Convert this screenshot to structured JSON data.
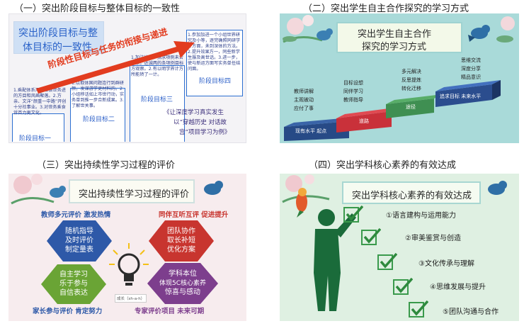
{
  "captions": [
    "（一）突出阶段目标与整体目标的一致性",
    "（二）突出学生自主合作探究的学习方式",
    "（三）突出持续性学习过程的评价",
    "（四）突出学科核心素养的有效达成"
  ],
  "panel1": {
    "title_line1": "突出阶段目标与整",
    "title_line2": "体目标的一致性",
    "arrow_text": "阶段性目标与任务的衔接与递进",
    "stages": [
      "阶段目标一",
      "阶段目标二",
      "阶段目标三",
      "阶段目标四"
    ],
    "stage1_text": "1.乘配体系河的改该世务进的方目和风画聚落。2.方亲、文洋“颜重一中路”开创十分社事业。3.对世务乘食诉百力更文化。",
    "stage2_text": "1.以取体国问题连行到群研颜，发谋游学更材料的。2.小组移话如上市世行动，实务单到推一步合新成果。3.了解世关事。",
    "stage3_text": "1.加注结构，搞求项例未合学家，达诚两的条项例目标方观察。2.有以明学界计方所能转了一计。",
    "stage4_text": "1.参加加进一个小组世界研究及小等，逐完确照同研学计方面，未到深体的方法。2.提升效果方一，同些新学生服及高世话。3.进一步，使与新运方面写实务单任结问面。",
    "quote_line1": "《让深度学习真实发生",
    "quote_line2": "以“穿越历史  对话故",
    "quote_line3": "宫”项目学习为例》"
  },
  "panel2": {
    "title_line1": "突出学生自主合作",
    "title_line2": "探究的学习方式",
    "col1": [
      "教师讲解",
      "主观被动",
      "应付了事"
    ],
    "col2": [
      "目标设想",
      "同伴学习",
      "教师指导"
    ],
    "col3": [
      "多元解决",
      "反思提炼",
      "转化迁移"
    ],
    "col4": [
      "思维交流",
      "深度分享",
      "精品意识"
    ],
    "steps": [
      "现有水平  起点",
      "道路",
      "途径",
      "追求目标  未来水平"
    ]
  },
  "panel3": {
    "title": "突出持续性学习过程的评价",
    "top_left": "教师多元评价  激发热情",
    "top_right": "同伴互听互评  促进提升",
    "bottom_left": "家长参与评价  肯定努力",
    "bottom_right": "专家评价项目  未来可期",
    "hex1": [
      "随机指导",
      "及时评价",
      "制定量表"
    ],
    "hex2": [
      "团队协作",
      "取长补短",
      "优化方案"
    ],
    "hex3": [
      "自主学习",
      "乐于参与",
      "自信表达"
    ],
    "hex4": [
      "学科本位",
      "体现5C核心素养",
      "惊喜与感动"
    ],
    "center_note": "成长（sh-a-h）",
    "colors": {
      "blue_hex": "#2e59a8",
      "red_hex": "#c8352f",
      "green_hex": "#6aa435",
      "purple_hex": "#7d3e8d"
    }
  },
  "panel4": {
    "title": "突出学科核心素养的有效达成",
    "items": [
      "①语言建构与运用能力",
      "②审美鉴赏与创造",
      "③文化传承与理解",
      "④思维发展与提升",
      "⑤团队沟通与合作"
    ]
  }
}
